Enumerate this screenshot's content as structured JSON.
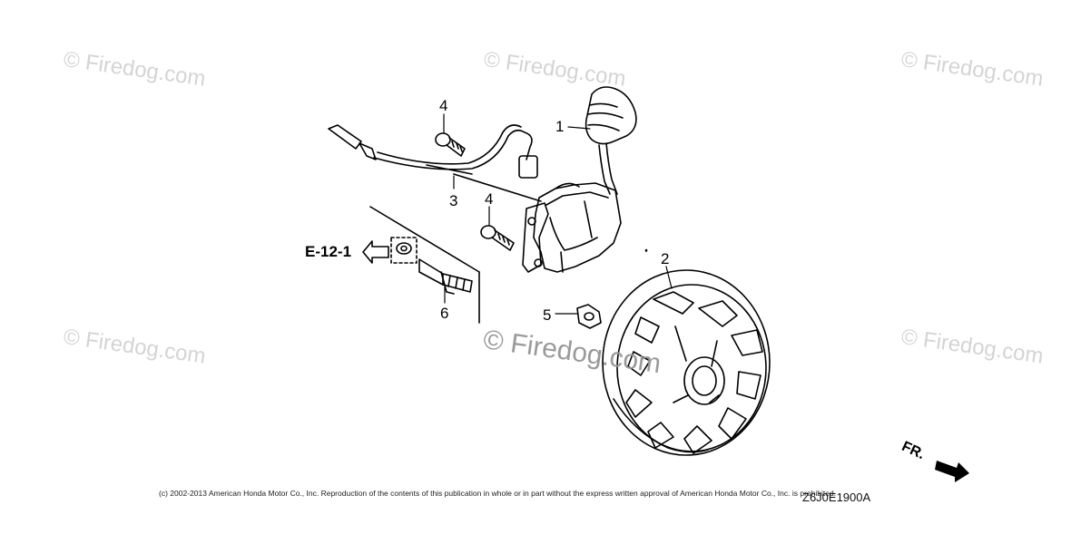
{
  "watermark": {
    "text": "© Firedog.com"
  },
  "callouts": {
    "p1": "1",
    "p2": "2",
    "p3": "3",
    "p4a": "4",
    "p4b": "4",
    "p5": "5",
    "p6": "6"
  },
  "reference_label": "E-12-1",
  "direction_label": "FR.",
  "copyright_notice": "(c) 2002-2013 American Honda Motor Co., Inc. Reproduction of the contents of this publication in whole or in part without the express written approval of American Honda Motor Co., Inc. is prohibited.",
  "diagram_code": "Z6J0E1900A",
  "colors": {
    "line": "#000000",
    "watermark": "#d4d4d4"
  }
}
